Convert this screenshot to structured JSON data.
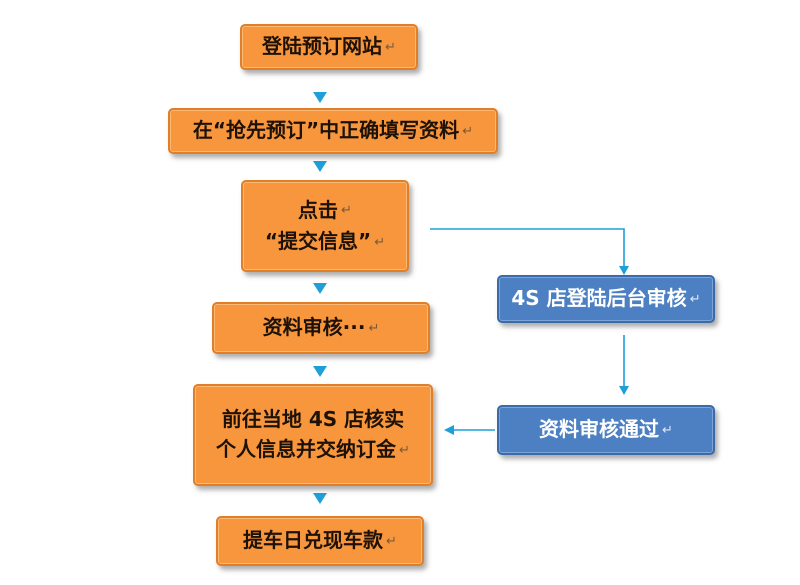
{
  "steps": [
    {
      "label": "登陆预订网站",
      "mark": "↵"
    },
    {
      "label": "在“抢先预订”中正确填写资料",
      "mark": "↵"
    },
    {
      "line1": "点击",
      "line2": "“提交信息”",
      "mark": "↵"
    },
    {
      "label": "资料审核···",
      "mark": "↵"
    },
    {
      "line1": "前往当地 4S 店核实",
      "line2": "个人信息并交纳订金",
      "mark": "↵"
    },
    {
      "label": "提车日兑现车款",
      "mark": "↵"
    }
  ],
  "side_steps": [
    {
      "label": "4S 店登陆后台审核",
      "mark": "↵"
    },
    {
      "label": "资料审核通过",
      "mark": "↵"
    }
  ],
  "colors": {
    "orange_fill": "#f7963c",
    "blue_fill": "#4d80c2",
    "arrow": "#1e9fd8"
  }
}
